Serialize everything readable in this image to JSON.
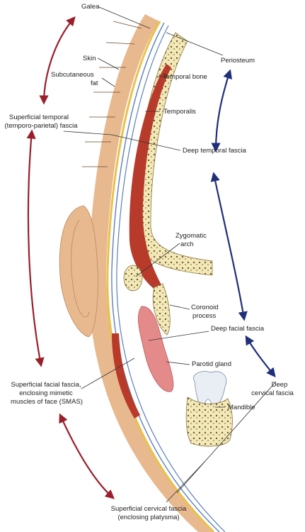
{
  "labels": {
    "galea": "Galea",
    "skin": "Skin",
    "subcutaneous_1": "Subcutaneous",
    "subcutaneous_2": "fat",
    "periosteum": "Periosteum",
    "temporal_bone": "Temporal bone",
    "temporalis": "Temporalis",
    "superficial_temporal_1": "Superficial temporal",
    "superficial_temporal_2": "(temporo-parietal) fascia",
    "deep_temporal": "Deep temporal fascia",
    "zygomatic_1": "Zygomatic",
    "zygomatic_2": "arch",
    "coronoid_1": "Coronoid",
    "coronoid_2": "process",
    "deep_facial": "Deep facial fascia",
    "parotid": "Parotid gland",
    "superficial_facial_1": "Superficial facial fascia,",
    "superficial_facial_2": "enclosing mimetic",
    "superficial_facial_3": "muscles of face (SMAS)",
    "deep_cervical_1": "Deep",
    "deep_cervical_2": "cervical fascia",
    "mandible": "Mandible",
    "superficial_cervical_1": "Superficial cervical fascia",
    "superficial_cervical_2": "(enclosing platysma)"
  },
  "colors": {
    "skin": "#e8b98f",
    "muscle": "#b83a2a",
    "muscle_light": "#d9674f",
    "bone": "#f3e9b8",
    "bone_dot": "#6e5a2a",
    "fascia_blue": "#5a7fc0",
    "fascia_yellow": "#e9c24a",
    "parotid": "#e58a8a",
    "arrow_red": "#9a1f2a",
    "arrow_blue": "#1f2f7a"
  }
}
